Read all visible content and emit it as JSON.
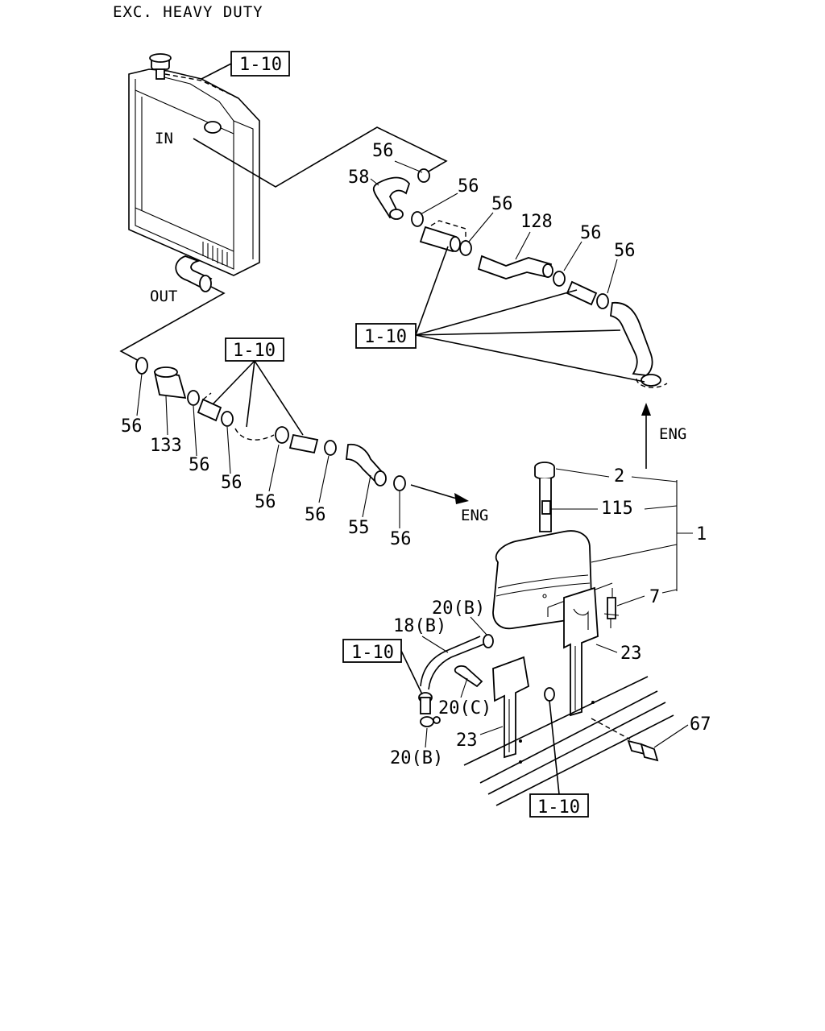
{
  "header": {
    "title": "EXC. HEAVY DUTY"
  },
  "reference": {
    "ref_1_10": "1-10"
  },
  "flow": {
    "in": "IN",
    "out": "OUT",
    "eng": "ENG"
  },
  "callouts": {
    "c56": "56",
    "c58": "58",
    "c128": "128",
    "c133": "133",
    "c55": "55",
    "c2": "2",
    "c115": "115",
    "c1": "1",
    "c7": "7",
    "c20b": "20(B)",
    "c18b": "18(B)",
    "c20c": "20(C)",
    "c23": "23",
    "c67": "67"
  }
}
